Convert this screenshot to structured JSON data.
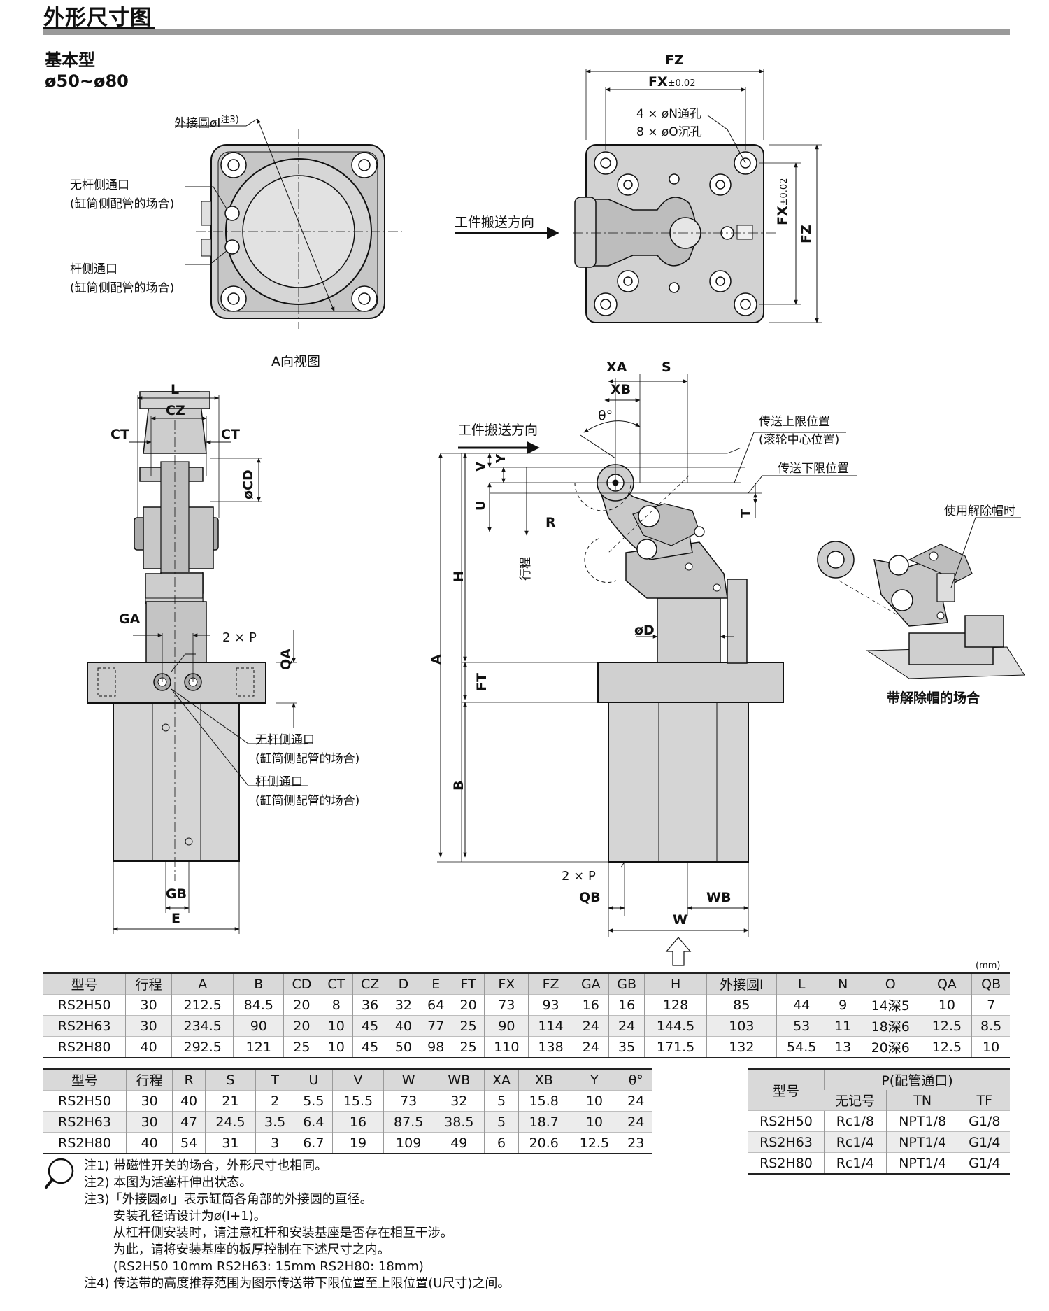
{
  "header": {
    "title": "外形尺寸图"
  },
  "section": {
    "title": "基本型",
    "range": "ø50~ø80"
  },
  "view_a": {
    "circ_label": "外接圆øI",
    "circ_note": "注3)",
    "port1": "无杆侧通口",
    "port1_sub": "(缸筒侧配管的场合)",
    "port2": "杆侧通口",
    "port2_sub": "(缸筒侧配管的场合)",
    "caption": "A向视图"
  },
  "top_view": {
    "fz": "FZ",
    "fx": "FX",
    "tol": "±0.02",
    "holes1": "4 × øN通孔",
    "holes2": "8 × øO沉孔",
    "direction": "工件搬送方向"
  },
  "side_view": {
    "L": "L",
    "CZ": "CZ",
    "CT1": "CT",
    "CT2": "CT",
    "CD": "øCD",
    "GA": "GA",
    "P": "2 × P",
    "QA": "QA",
    "port1": "无杆侧通口",
    "port1_sub": "(缸筒侧配管的场合)",
    "port2": "杆侧通口",
    "port2_sub": "(缸筒侧配管的场合)",
    "GB": "GB",
    "E": "E"
  },
  "front_view": {
    "XA": "XA",
    "S": "S",
    "XB": "XB",
    "theta": "θ°",
    "direction": "工件搬送方向",
    "upper_limit": "传送上限位置",
    "upper_limit_sub": "(滚轮中心位置)",
    "lower_limit": "传送下限位置",
    "V": "V",
    "Y": "Y",
    "U": "U",
    "T": "T",
    "R": "R",
    "stroke": "行程",
    "H": "H",
    "A": "A",
    "D": "øD",
    "FT": "FT",
    "B": "B",
    "P": "2 × P",
    "QB": "QB",
    "WB": "WB",
    "W": "W"
  },
  "cap_view": {
    "label": "使用解除帽时",
    "caption": "带解除帽的场合"
  },
  "table1": {
    "headers": [
      "型号",
      "行程",
      "A",
      "B",
      "CD",
      "CT",
      "CZ",
      "D",
      "E",
      "FT",
      "FX",
      "FZ",
      "GA",
      "GB",
      "H",
      "外接圆I",
      "L",
      "N",
      "O",
      "QA",
      "QB"
    ],
    "rows": [
      [
        "RS2H50",
        "30",
        "212.5",
        "84.5",
        "20",
        "8",
        "36",
        "32",
        "64",
        "20",
        "73",
        "93",
        "16",
        "16",
        "128",
        "85",
        "44",
        "9",
        "14深5",
        "10",
        "7"
      ],
      [
        "RS2H63",
        "30",
        "234.5",
        "90",
        "20",
        "10",
        "45",
        "40",
        "77",
        "25",
        "90",
        "114",
        "24",
        "24",
        "144.5",
        "103",
        "53",
        "11",
        "18深6",
        "12.5",
        "8.5"
      ],
      [
        "RS2H80",
        "40",
        "292.5",
        "121",
        "25",
        "10",
        "45",
        "50",
        "98",
        "25",
        "110",
        "138",
        "24",
        "35",
        "171.5",
        "132",
        "54.5",
        "13",
        "20深6",
        "12.5",
        "10"
      ]
    ],
    "unit": "(mm)"
  },
  "table2": {
    "headers": [
      "型号",
      "行程",
      "R",
      "S",
      "T",
      "U",
      "V",
      "W",
      "WB",
      "XA",
      "XB",
      "Y",
      "θ°"
    ],
    "rows": [
      [
        "RS2H50",
        "30",
        "40",
        "21",
        "2",
        "5.5",
        "15.5",
        "73",
        "32",
        "5",
        "15.8",
        "10",
        "24"
      ],
      [
        "RS2H63",
        "30",
        "47",
        "24.5",
        "3.5",
        "6.4",
        "16",
        "87.5",
        "38.5",
        "5",
        "18.7",
        "10",
        "24"
      ],
      [
        "RS2H80",
        "40",
        "54",
        "31",
        "3",
        "6.7",
        "19",
        "109",
        "49",
        "6",
        "20.6",
        "12.5",
        "23"
      ]
    ]
  },
  "table3": {
    "model": "型号",
    "p_title": "P(配管通口)",
    "headers": [
      "无记号",
      "TN",
      "TF"
    ],
    "rows": [
      [
        "RS2H50",
        "Rc1/8",
        "NPT1/8",
        "G1/8"
      ],
      [
        "RS2H63",
        "Rc1/4",
        "NPT1/4",
        "G1/4"
      ],
      [
        "RS2H80",
        "Rc1/4",
        "NPT1/4",
        "G1/4"
      ]
    ]
  },
  "notes": [
    "注1) 带磁性开关的场合，外形尺寸也相同。",
    "注2) 本图为活塞杆伸出状态。",
    "注3)「外接圆øI」表示缸筒各角部的外接圆的直径。",
    "　　 安装孔径请设计为ø(I+1)。",
    "　　 从杠杆侧安装时，请注意杠杆和安装基座是否存在相互干涉。",
    "　　 为此，请将安装基座的板厚控制在下述尺寸之内。",
    "　　 (RS2H50  10mm  RS2H63: 15mm  RS2H80: 18mm)",
    "注4) 传送带的高度推荐范围为图示传送带下限位置至上限位置(U尺寸)之间。"
  ]
}
